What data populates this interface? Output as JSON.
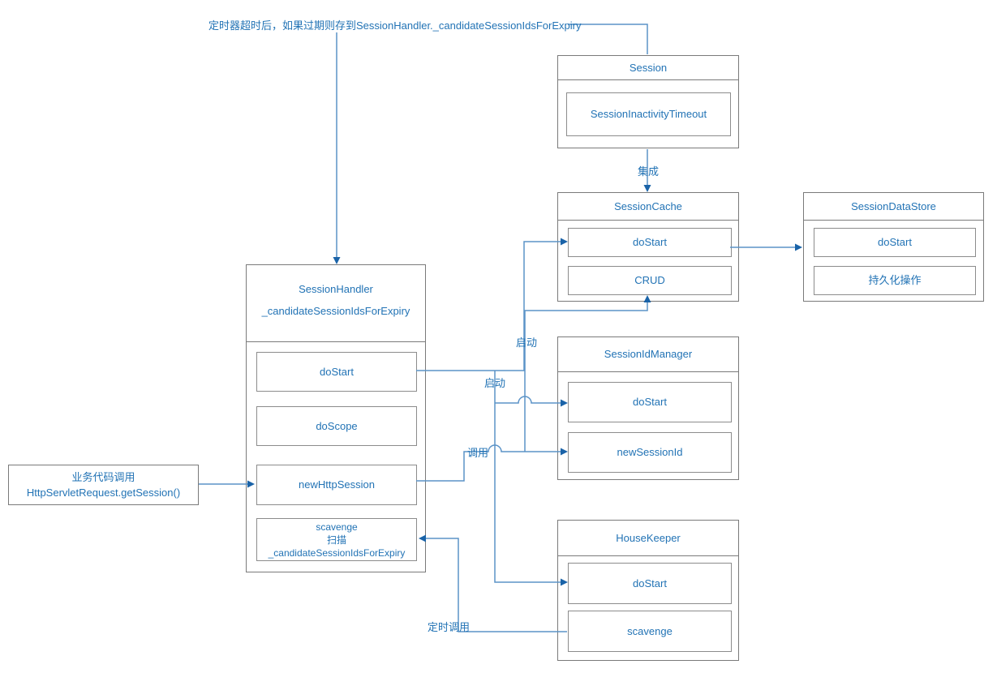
{
  "annotation": "定时器超时后，如果过期则存到SessionHandler._candidateSessionIdsForExpiry",
  "colors": {
    "line": "#5b93c7",
    "arrow": "#1a63a8",
    "text": "#2273b5",
    "box_border": "#7a7a7a",
    "member_border": "#8c8c8c"
  },
  "edge_labels": {
    "integrate": "集成",
    "start_cache": "启动",
    "start_managers": "启动",
    "invoke": "调用",
    "timer_invoke": "定时调用"
  },
  "nodes": {
    "session": {
      "title": "Session",
      "members": [
        "SessionInactivityTimeout"
      ]
    },
    "session_cache": {
      "title": "SessionCache",
      "members": [
        "doStart",
        "CRUD"
      ]
    },
    "session_data_store": {
      "title": "SessionDataStore",
      "members": [
        "doStart",
        "持久化操作"
      ]
    },
    "session_handler": {
      "title": "SessionHandler",
      "field": "_candidateSessionIdsForExpiry",
      "members": [
        "doStart",
        "doScope",
        "newHttpSession"
      ],
      "scavenge_member": [
        "scavenge",
        "扫描",
        "_candidateSessionIdsForExpiry"
      ]
    },
    "session_id_manager": {
      "title": "SessionIdManager",
      "members": [
        "doStart",
        "newSessionId"
      ]
    },
    "house_keeper": {
      "title": "HouseKeeper",
      "members": [
        "doStart",
        "scavenge"
      ]
    },
    "caller": {
      "line1": "业务代码调用",
      "line2": "HttpServletRequest.getSession()"
    }
  }
}
